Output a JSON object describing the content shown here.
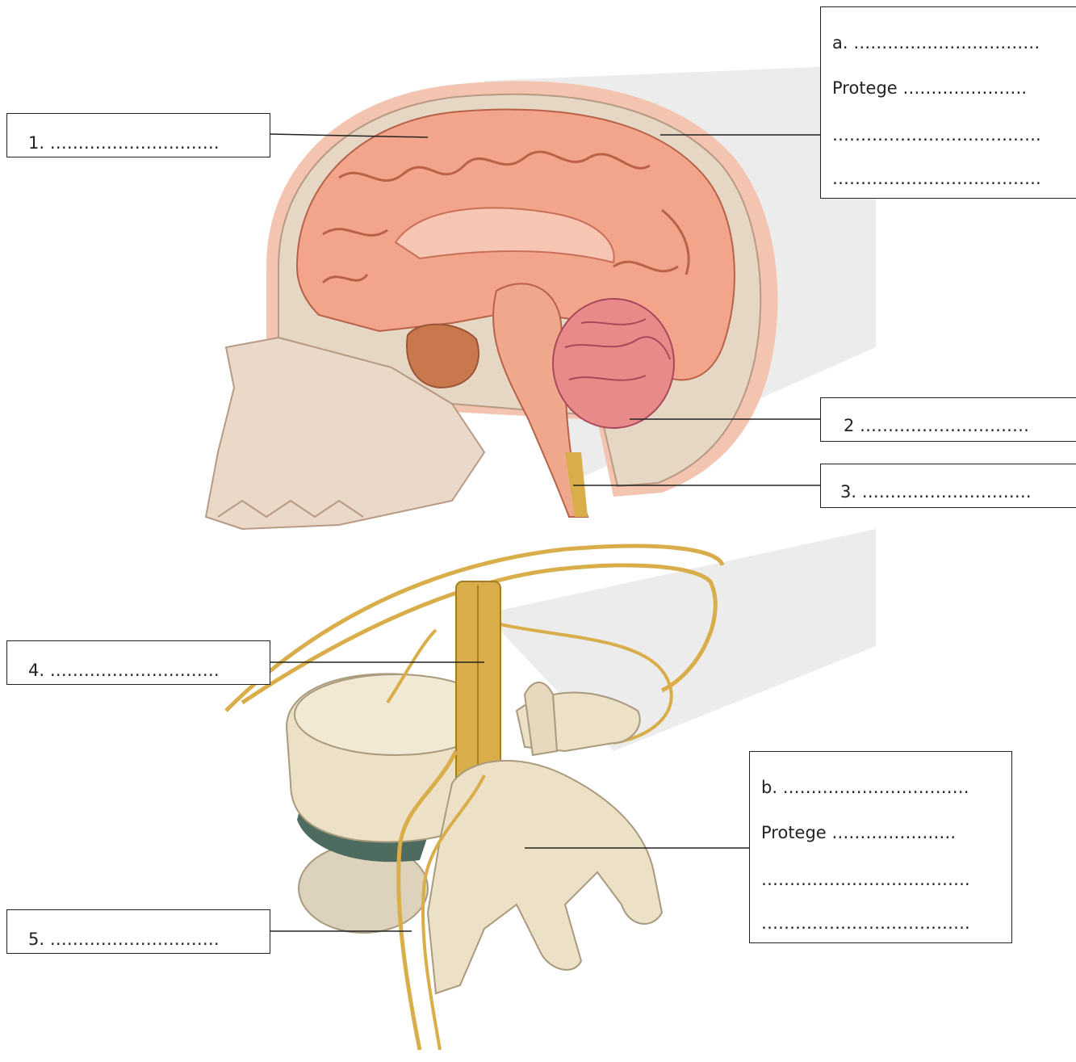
{
  "labels": {
    "one": "1. …………………………",
    "two": "2 …………………………",
    "three": "3. …………………………",
    "four": "4. …………………………",
    "five": "5. …………………………"
  },
  "box_a": {
    "line1": "a. ……………………………",
    "line2": "Protege ………………….",
    "line3": "……………………………….",
    "line4": "………………………………."
  },
  "box_b": {
    "line1": "b. ……………………………",
    "line2": "Protege ………………….",
    "line3": "……………………………….",
    "line4": "………………………………."
  },
  "colors": {
    "brain": "#f2a58a",
    "brain_dark": "#c9705a",
    "skull": "#e8d9cc",
    "scalp": "#f3c4b0",
    "nerve": "#d9ae4a",
    "vertebra": "#ece0c6",
    "disc": "#4d6b5f",
    "shadow": "#ececec"
  }
}
